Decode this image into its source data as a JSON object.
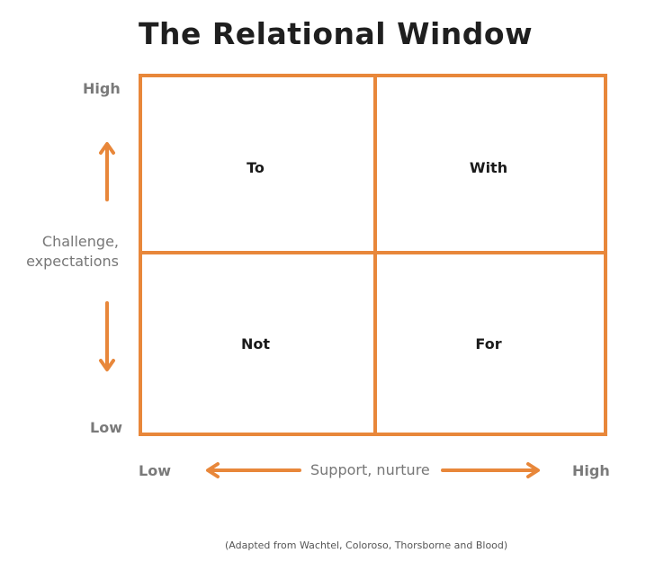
{
  "title": "The Relational Window",
  "quadrants": {
    "top_left": "To",
    "top_right": "With",
    "bottom_left": "Not",
    "bottom_right": "For"
  },
  "y_axis": {
    "high": "High",
    "low": "Low",
    "label_line1": "Challenge,",
    "label_line2": "expectations"
  },
  "x_axis": {
    "low": "Low",
    "high": "High",
    "label": "Support, nurture"
  },
  "footnote": "(Adapted from Wachtel, Coloroso, Thorsborne and Blood)",
  "colors": {
    "accent": "#e8873a",
    "title": "#1f1f1f",
    "axis_text": "#777777"
  }
}
